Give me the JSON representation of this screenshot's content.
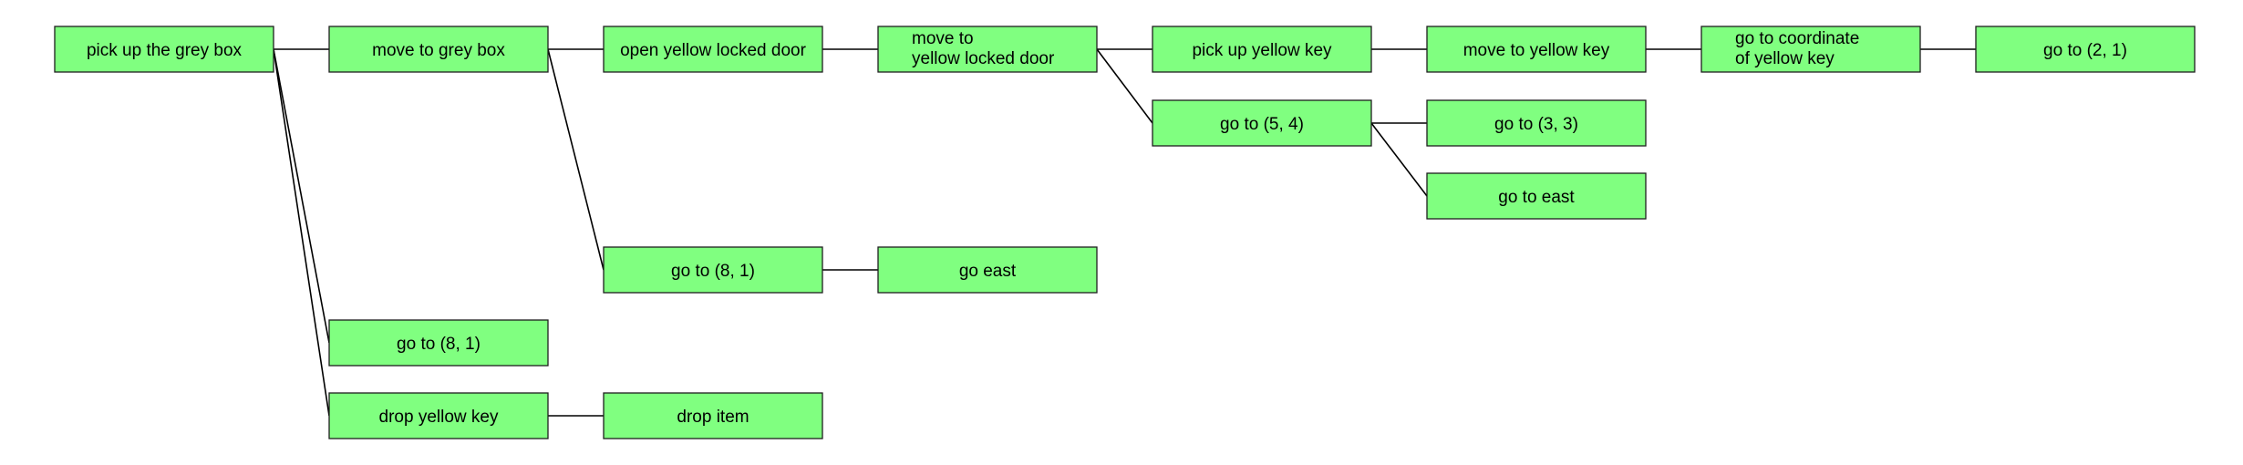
{
  "colors": {
    "node_fill": "#80ff80",
    "node_border": "#1e1e1e",
    "edge": "#000000",
    "background": "#ffffff"
  },
  "nodes": [
    {
      "id": "pick-up-grey-box",
      "lines": [
        "pick up the grey box"
      ]
    },
    {
      "id": "move-to-grey-box",
      "lines": [
        "move to grey box"
      ]
    },
    {
      "id": "open-yellow-locked-door",
      "lines": [
        "open yellow locked door"
      ]
    },
    {
      "id": "move-to-yellow-locked-door",
      "lines": [
        "move to",
        "yellow locked door"
      ]
    },
    {
      "id": "pick-up-yellow-key",
      "lines": [
        "pick up yellow key"
      ]
    },
    {
      "id": "move-to-yellow-key",
      "lines": [
        "move to yellow key"
      ]
    },
    {
      "id": "go-to-coordinate-of-yellow-key",
      "lines": [
        "go to coordinate",
        "of yellow key"
      ]
    },
    {
      "id": "go-to-2-1",
      "lines": [
        "go to (2, 1)"
      ]
    },
    {
      "id": "go-to-5-4",
      "lines": [
        "go to (5, 4)"
      ]
    },
    {
      "id": "go-to-3-3",
      "lines": [
        "go to (3, 3)"
      ]
    },
    {
      "id": "go-to-east",
      "lines": [
        "go to east"
      ]
    },
    {
      "id": "go-to-8-1-a",
      "lines": [
        "go to (8, 1)"
      ]
    },
    {
      "id": "go-east",
      "lines": [
        "go east"
      ]
    },
    {
      "id": "go-to-8-1-b",
      "lines": [
        "go to (8, 1)"
      ]
    },
    {
      "id": "drop-yellow-key",
      "lines": [
        "drop yellow key"
      ]
    },
    {
      "id": "drop-item",
      "lines": [
        "drop item"
      ]
    }
  ],
  "edges": [
    {
      "from": "pick-up-grey-box",
      "to": "move-to-grey-box"
    },
    {
      "from": "pick-up-grey-box",
      "to": "go-to-8-1-b"
    },
    {
      "from": "pick-up-grey-box",
      "to": "drop-yellow-key"
    },
    {
      "from": "move-to-grey-box",
      "to": "open-yellow-locked-door"
    },
    {
      "from": "move-to-grey-box",
      "to": "go-to-8-1-a"
    },
    {
      "from": "open-yellow-locked-door",
      "to": "move-to-yellow-locked-door"
    },
    {
      "from": "move-to-yellow-locked-door",
      "to": "pick-up-yellow-key"
    },
    {
      "from": "move-to-yellow-locked-door",
      "to": "go-to-5-4"
    },
    {
      "from": "pick-up-yellow-key",
      "to": "move-to-yellow-key"
    },
    {
      "from": "move-to-yellow-key",
      "to": "go-to-coordinate-of-yellow-key"
    },
    {
      "from": "go-to-coordinate-of-yellow-key",
      "to": "go-to-2-1"
    },
    {
      "from": "go-to-5-4",
      "to": "go-to-3-3"
    },
    {
      "from": "go-to-5-4",
      "to": "go-to-east"
    },
    {
      "from": "go-to-8-1-a",
      "to": "go-east"
    },
    {
      "from": "drop-yellow-key",
      "to": "drop-item"
    }
  ]
}
